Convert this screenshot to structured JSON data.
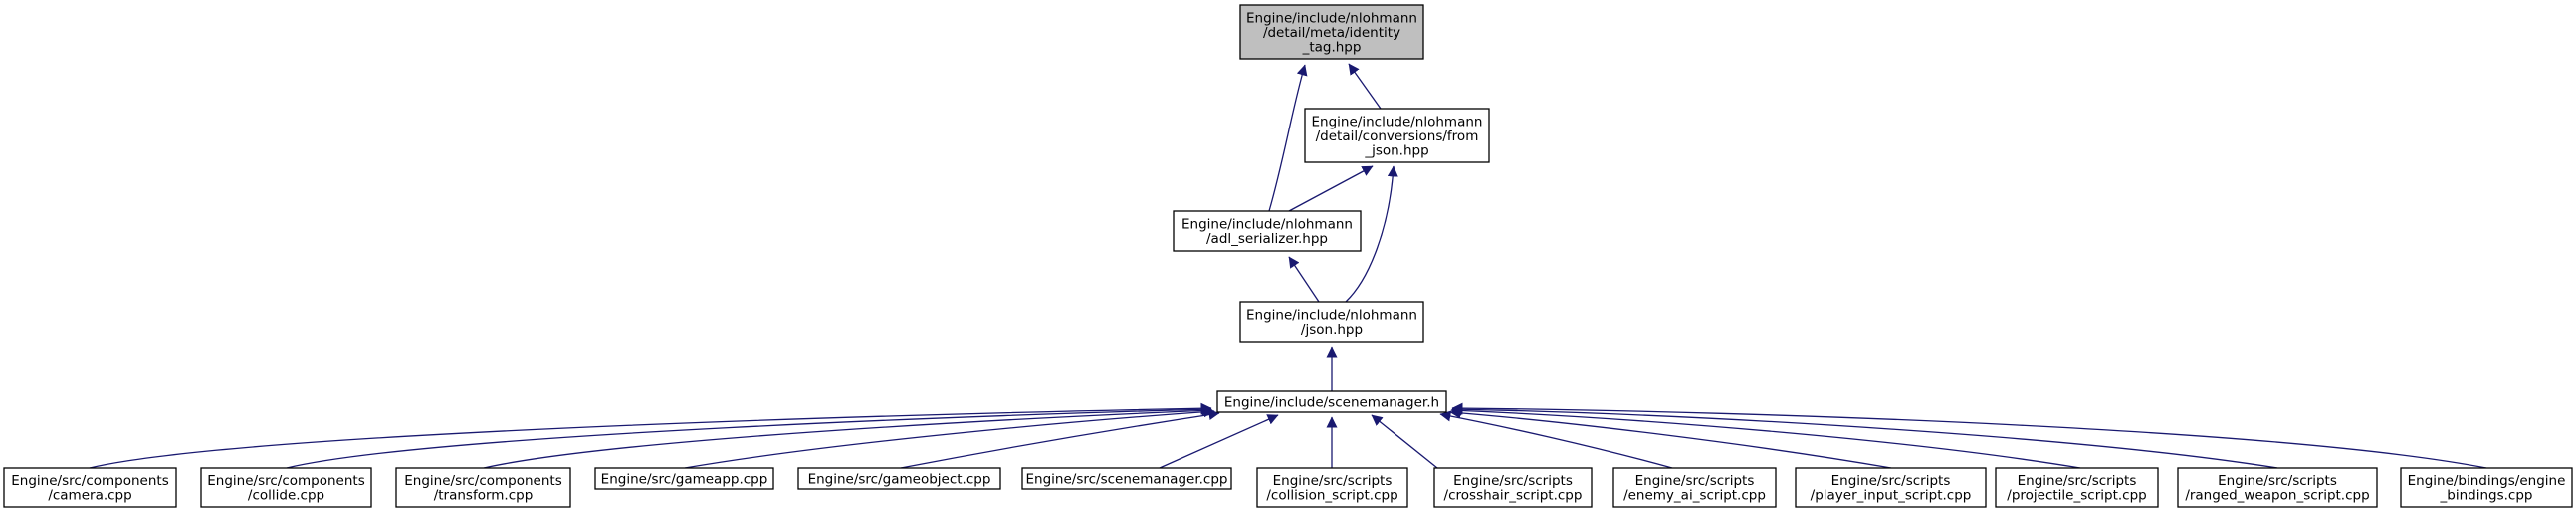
{
  "graph": {
    "edge_color": "#191970",
    "highlight_fill": "#bfbfbf",
    "node_fill": "#ffffff",
    "nodes": [
      {
        "id": "identity_tag",
        "lines": [
          "Engine/include/nlohmann",
          "/detail/meta/identity",
          "_tag.hpp"
        ],
        "highlighted": true
      },
      {
        "id": "from_json",
        "lines": [
          "Engine/include/nlohmann",
          "/detail/conversions/from",
          "_json.hpp"
        ]
      },
      {
        "id": "adl_serializer",
        "lines": [
          "Engine/include/nlohmann",
          "/adl_serializer.hpp"
        ]
      },
      {
        "id": "json",
        "lines": [
          "Engine/include/nlohmann",
          "/json.hpp"
        ]
      },
      {
        "id": "scenemanager_h",
        "lines": [
          "Engine/include/scenemanager.h"
        ]
      },
      {
        "id": "camera",
        "lines": [
          "Engine/src/components",
          "/camera.cpp"
        ]
      },
      {
        "id": "collide",
        "lines": [
          "Engine/src/components",
          "/collide.cpp"
        ]
      },
      {
        "id": "transform",
        "lines": [
          "Engine/src/components",
          "/transform.cpp"
        ]
      },
      {
        "id": "gameapp",
        "lines": [
          "Engine/src/gameapp.cpp"
        ]
      },
      {
        "id": "gameobject",
        "lines": [
          "Engine/src/gameobject.cpp"
        ]
      },
      {
        "id": "scenemanager_cpp",
        "lines": [
          "Engine/src/scenemanager.cpp"
        ]
      },
      {
        "id": "collision_script",
        "lines": [
          "Engine/src/scripts",
          "/collision_script.cpp"
        ]
      },
      {
        "id": "crosshair_script",
        "lines": [
          "Engine/src/scripts",
          "/crosshair_script.cpp"
        ]
      },
      {
        "id": "enemy_ai_script",
        "lines": [
          "Engine/src/scripts",
          "/enemy_ai_script.cpp"
        ]
      },
      {
        "id": "player_input_script",
        "lines": [
          "Engine/src/scripts",
          "/player_input_script.cpp"
        ]
      },
      {
        "id": "projectile_script",
        "lines": [
          "Engine/src/scripts",
          "/projectile_script.cpp"
        ]
      },
      {
        "id": "ranged_weapon_script",
        "lines": [
          "Engine/src/scripts",
          "/ranged_weapon_script.cpp"
        ]
      },
      {
        "id": "engine_bindings",
        "lines": [
          "Engine/bindings/engine",
          "_bindings.cpp"
        ]
      }
    ],
    "edges": [
      {
        "from": "from_json",
        "to": "identity_tag"
      },
      {
        "from": "adl_serializer",
        "to": "identity_tag"
      },
      {
        "from": "adl_serializer",
        "to": "from_json"
      },
      {
        "from": "json",
        "to": "from_json"
      },
      {
        "from": "json",
        "to": "adl_serializer"
      },
      {
        "from": "scenemanager_h",
        "to": "json"
      },
      {
        "from": "camera",
        "to": "scenemanager_h"
      },
      {
        "from": "collide",
        "to": "scenemanager_h"
      },
      {
        "from": "transform",
        "to": "scenemanager_h"
      },
      {
        "from": "gameapp",
        "to": "scenemanager_h"
      },
      {
        "from": "gameobject",
        "to": "scenemanager_h"
      },
      {
        "from": "scenemanager_cpp",
        "to": "scenemanager_h"
      },
      {
        "from": "collision_script",
        "to": "scenemanager_h"
      },
      {
        "from": "crosshair_script",
        "to": "scenemanager_h"
      },
      {
        "from": "enemy_ai_script",
        "to": "scenemanager_h"
      },
      {
        "from": "player_input_script",
        "to": "scenemanager_h"
      },
      {
        "from": "projectile_script",
        "to": "scenemanager_h"
      },
      {
        "from": "ranged_weapon_script",
        "to": "scenemanager_h"
      },
      {
        "from": "engine_bindings",
        "to": "scenemanager_h"
      }
    ]
  }
}
